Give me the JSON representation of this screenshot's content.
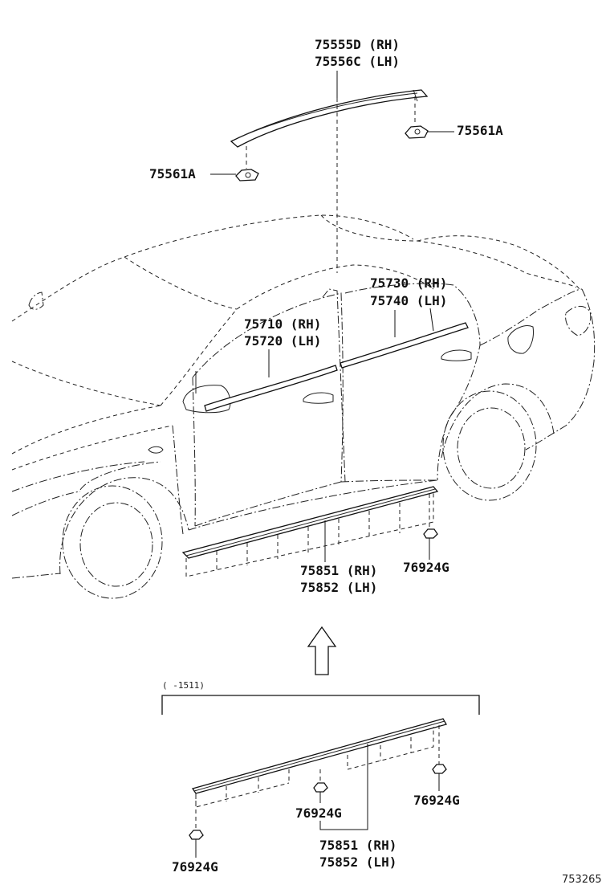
{
  "labels": {
    "roof_molding_rh": "75555D (RH)",
    "roof_molding_lh": "75556C (LH)",
    "clip_right": "75561A",
    "clip_left": "75561A",
    "rear_door_molding_rh": "75730 (RH)",
    "rear_door_molding_lh": "75740 (LH)",
    "front_door_molding_rh": "75710 (RH)",
    "front_door_molding_lh": "75720 (LH)",
    "rocker_molding_rh": "75851 (RH)",
    "rocker_molding_lh": "75852 (LH)",
    "rocker_clip": "76924G"
  },
  "detail": {
    "range_note": "(      -1511)",
    "clip_left": "76924G",
    "clip_middle": "76924G",
    "clip_right": "76924G",
    "rocker_molding_rh": "75851 (RH)",
    "rocker_molding_lh": "75852 (LH)"
  },
  "reference_number": "753265"
}
